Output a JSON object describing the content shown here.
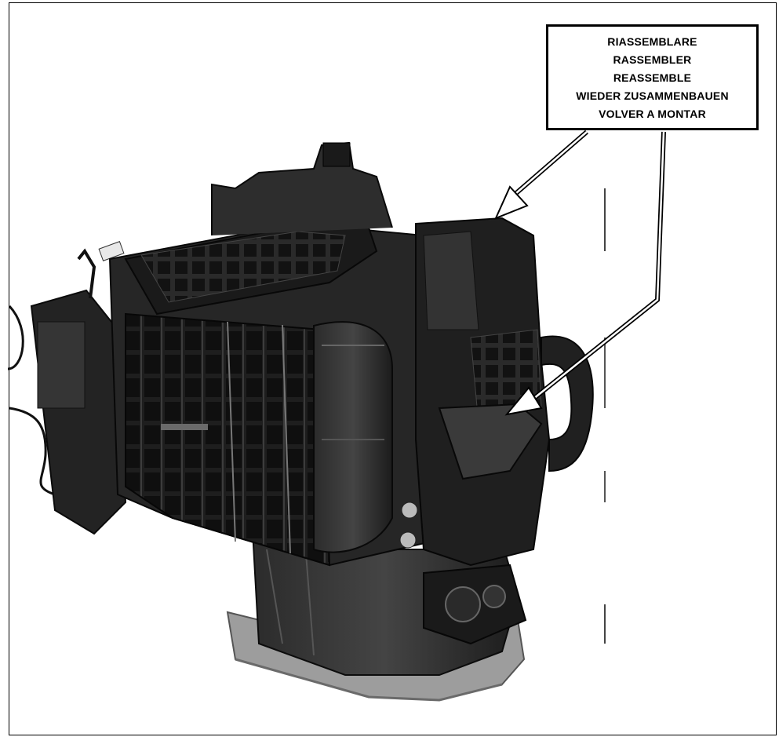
{
  "callout": {
    "lines": [
      "RIASSEMBLARE",
      "RASSEMBLER",
      "REASSEMBLE",
      "WIEDER ZUSAMMENBAUEN",
      "VOLVER A MONTAR"
    ]
  },
  "photo": {
    "subject": "hvac-heater-blower-housing",
    "tone": "grayscale",
    "colors": {
      "dark": "#161616",
      "mid": "#3a3a3a",
      "light": "#8a8a8a",
      "tray": "#9d9d9d"
    }
  }
}
